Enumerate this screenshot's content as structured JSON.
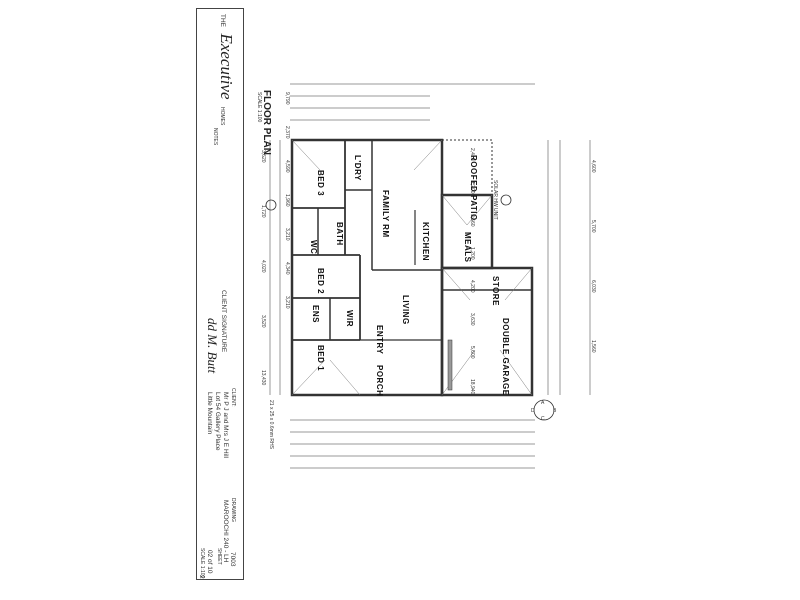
{
  "title_block": {
    "brand_small": "THE",
    "brand_name": "Executive",
    "brand_sub": "HOMES",
    "notes_heading": "NOTES",
    "client_label": "CLIENT SIGNATURE",
    "client_sig": "dd M. Butt",
    "client_heading": "CLIENT:",
    "client_name": "Mr P J and Mrs J E Hill",
    "address_line1": "Lot 54 Gallery Place",
    "address_line2": "Little Mountain",
    "drawing_heading": "DRAWING",
    "drawing_name": "MAROOCHI 240 - LH",
    "job_no": "7003",
    "sheet_label": "SHEET",
    "sheet_no": "02",
    "sheet_of": "10",
    "scale_label": "SCALE",
    "scale_value": "1:100",
    "revision": "2"
  },
  "plan": {
    "title": "FLOOR PLAN",
    "scale": "SCALE 1:100",
    "rooms": {
      "patio": "ROOFED PATIO",
      "meals": "MEALS",
      "kitchen": "KITCHEN",
      "family": "FAMILY RM",
      "ldry": "L'DRY",
      "bed3": "BED 3",
      "bath": "BATH",
      "wc": "WC",
      "bed2": "BED 2",
      "ens": "ENS",
      "wir": "WIR",
      "bed1": "BED 1",
      "entry": "ENTRY",
      "porch": "PORCH",
      "living": "LIVING",
      "store": "STORE",
      "garage": "DOUBLE GARAGE"
    },
    "dims_top": [
      "9,790",
      "2,370",
      "4,590",
      "1,960",
      "3,210",
      "4,340",
      "3,210"
    ],
    "dims_bottom": [
      "2,410",
      "1,200",
      "3,560",
      "1,200",
      "4,200",
      "3,630",
      "5,600",
      "18,940"
    ],
    "dims_left": [
      "3,620",
      "1,720",
      "4,020",
      "3,520",
      "13,430"
    ],
    "dims_right": [
      "4,600",
      "5,700",
      "6,030",
      "1,560"
    ],
    "notes_plan": [
      "21 x 25 x 0.6mm RHS",
      "SOLAR HW UNIT"
    ],
    "compass": [
      "A",
      "B",
      "C",
      "D"
    ]
  }
}
